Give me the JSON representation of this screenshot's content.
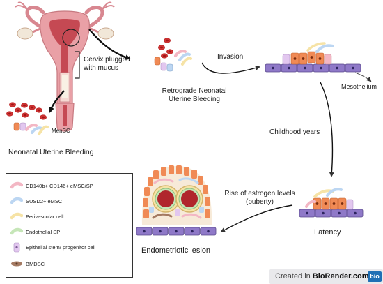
{
  "labels": {
    "cervix": "Cervix plugged with mucus",
    "cervix_line1": "Cervix plugged",
    "cervix_line2": "with mucus",
    "retro_line1": "Retrograde Neonatal",
    "retro_line2": "Uterine Bleeding",
    "invasion": "Invasion",
    "mesothelium": "Mesothelium",
    "menSC": "MenSC",
    "neonatal": "Neonatal Uterine Bleeding",
    "childhood": "Childhood years",
    "estrogen_line1": "Rise of estrogen levels",
    "estrogen_line2": "(puberty)",
    "latency": "Latency",
    "lesion": "Endometriotic lesion"
  },
  "legend": {
    "items": [
      {
        "label": "CD140b+ CD146+ eMSC/SP",
        "icon": "pink-spindle-cell",
        "color": "#f3b7c4"
      },
      {
        "label": "SUSD2+ eMSC",
        "icon": "blue-spindle-cell",
        "color": "#bcd6f2"
      },
      {
        "label": "Perivascular cell",
        "icon": "yellow-spindle-cell",
        "color": "#f6e3a6"
      },
      {
        "label": "Endothelial SP",
        "icon": "green-spindle-cell",
        "color": "#c6e6b8"
      },
      {
        "label": "Epithelial stem/ progenitor cell",
        "icon": "lilac-cell",
        "color": "#e2c7ef"
      },
      {
        "label": "BMDSC",
        "icon": "brown-cell",
        "color": "#a47a62"
      }
    ]
  },
  "footer": {
    "created_in": "Created in",
    "brand": "BioRender.com",
    "logo_text": "bio"
  },
  "colors": {
    "epithelium": "#8f79c8",
    "epithelium_dark": "#5b4a8c",
    "orange_cell": "#f08a55",
    "blood": "#cf2a2a",
    "uterus_outer": "#e9a0a6",
    "uterus_inner": "#c54953"
  }
}
